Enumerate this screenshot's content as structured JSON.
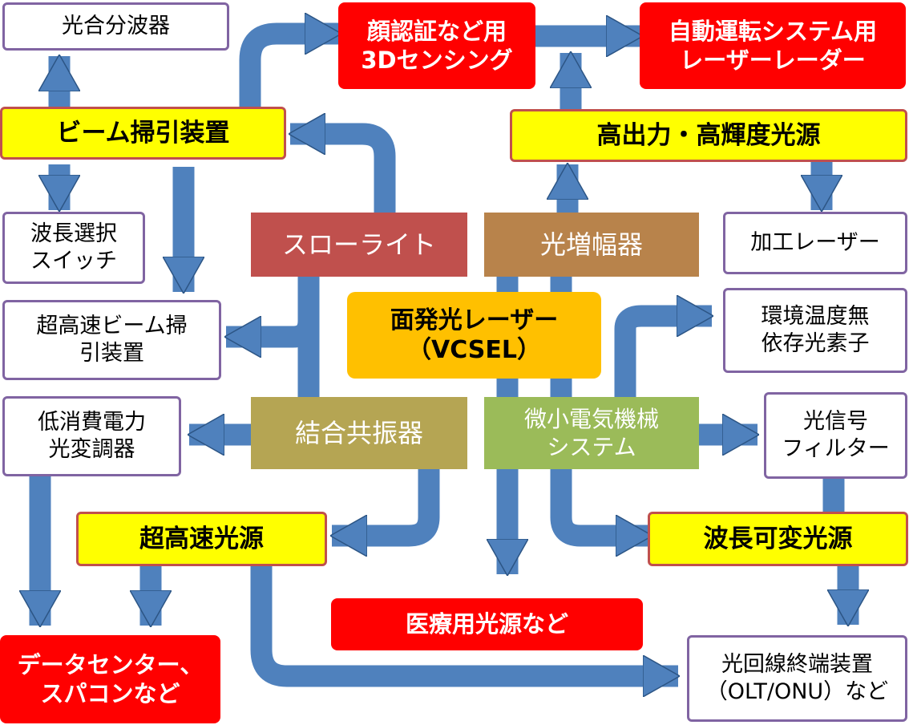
{
  "center": {
    "line1": "面発光レーザー",
    "line2": "（VCSEL）",
    "color": "#ffc000"
  },
  "technologies": {
    "slow_light": {
      "label": "スローライト",
      "color": "#c0504d"
    },
    "optical_amplifier": {
      "label": "光増幅器",
      "color": "#b8834b"
    },
    "coupled_resonator": {
      "label": "結合共振器",
      "color": "#b5a553"
    },
    "mems": {
      "label": "微小電気機械\nシステム",
      "color": "#9bbb59"
    }
  },
  "devices": {
    "beam_sweep": "ビーム掃引装置",
    "high_power": "高出力・高輝度光源",
    "ultrafast_source": "超高速光源",
    "tunable_source": "波長可変光源"
  },
  "components": {
    "multiplexer": "光合分波器",
    "wavelength_switch": "波長選択\nスイッチ",
    "ultrafast_beam_sweep": "超高速ビーム掃\n引装置",
    "low_power_modulator": "低消費電力\n光変調器",
    "processing_laser": "加工レーザー",
    "temp_independent": "環境温度無\n依存光素子",
    "optical_filter": "光信号\nフィルター",
    "olt_onu": "光回線終端装置\n（OLT/ONU）など"
  },
  "applications": {
    "face_recognition": "顔認証など用\n3Dセンシング",
    "lidar": "自動運転システム用\nレーザーレーダー",
    "medical": "医療用光源など",
    "datacenter": "データセンター、\nスパコンなど"
  },
  "colors": {
    "arrow": "#4f81bd",
    "arrow_outline": "#2c5585",
    "white_box_border": "#8064a2",
    "yellow_box_fill": "#ffff00",
    "yellow_box_border": "#c0504d",
    "application_fill": "#ff0000"
  }
}
